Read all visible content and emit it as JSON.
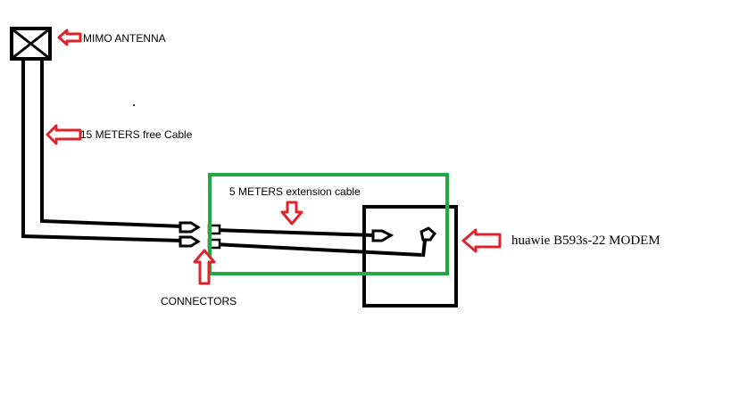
{
  "labels": {
    "antenna": "MIMO ANTENNA",
    "free_cable": "15 METERS free Cable",
    "extension_cable": "5 METERS extension cable",
    "connectors": "CONNECTORS",
    "modem": "huawie B593s-22 MODEM"
  },
  "colors": {
    "arrow": "#e0232a",
    "arrow_fill": "#ffffff",
    "extension_box": "#22a845",
    "line": "#000000",
    "background": "#ffffff"
  }
}
